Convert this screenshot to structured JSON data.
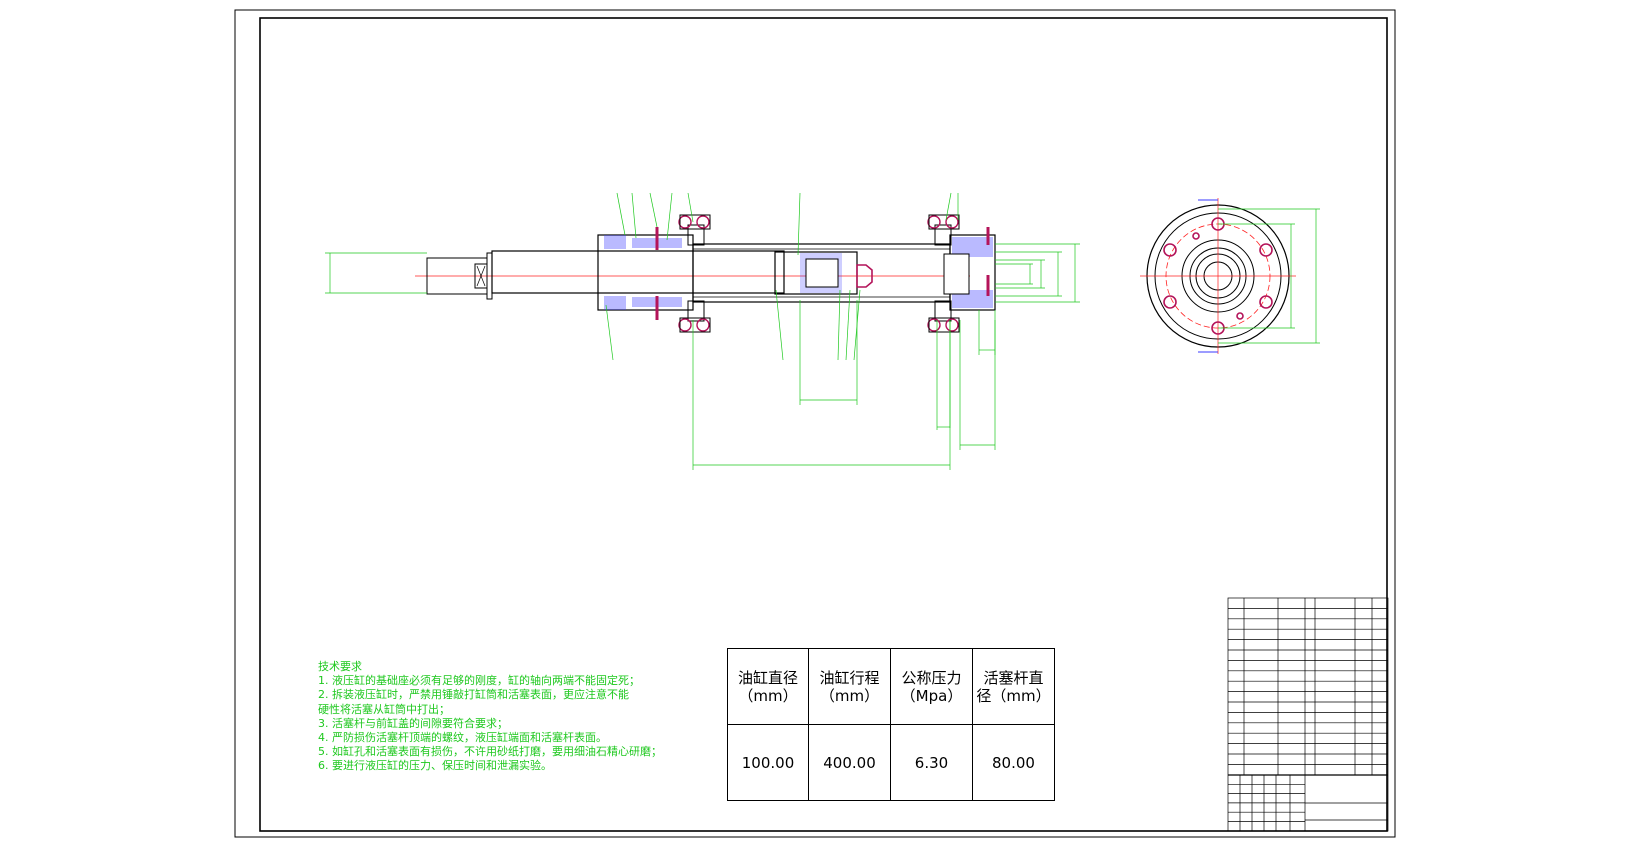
{
  "technical_requirements": {
    "heading": "技术要求",
    "items": [
      "1. 液压缸的基础座必须有足够的刚度，缸的轴向两端不能固定死；",
      "2. 拆装液压缸时，严禁用锤敲打缸筒和活塞表面，更应注意不能",
      "硬性将活塞从缸筒中打出；",
      "3. 活塞杆与前缸盖的间隙要符合要求；",
      "4. 严防损伤活塞杆顶端的螺纹，液压缸端面和活塞杆表面。",
      "5. 如缸孔和活塞表面有损伤，不许用砂纸打磨，要用细油石精心研磨；",
      "6. 要进行液压缸的压力、保压时间和泄漏实验。"
    ]
  },
  "spec_table": {
    "headers": [
      {
        "name": "油缸直径",
        "unit": "（mm）"
      },
      {
        "name": "油缸行程",
        "unit": "（mm）"
      },
      {
        "name": "公称压力",
        "unit": "（Mpa）"
      },
      {
        "name": "活塞杆直径",
        "unit": "径（mm）",
        "line1": "活塞杆直"
      }
    ],
    "values": [
      "100.00",
      "400.00",
      "6.30",
      "80.00"
    ]
  },
  "colors": {
    "outline": "#000000",
    "dimension": "#1ec81e",
    "centerline": "#ff2020",
    "hatch": "#3a3aff",
    "bolt": "#b4145a",
    "notes": "#1ec81e"
  }
}
